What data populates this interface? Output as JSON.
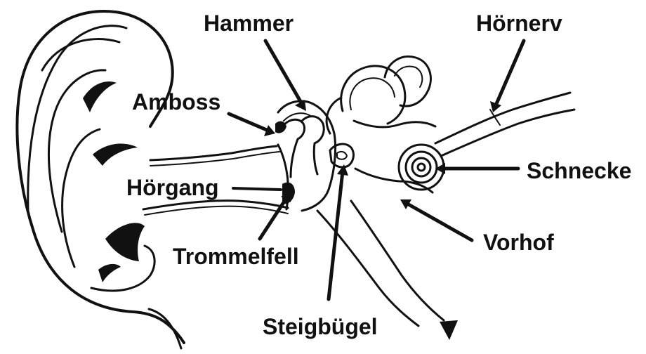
{
  "colors": {
    "ink": "#111111",
    "background": "#ffffff"
  },
  "labels": {
    "hammer": "Hammer",
    "hoernerv": "Hörnerv",
    "amboss": "Amboss",
    "schnecke": "Schnecke",
    "hoergang": "Hörgang",
    "vorhof": "Vorhof",
    "trommelfell": "Trommelfell",
    "steigbuegel": "Steigbügel"
  }
}
